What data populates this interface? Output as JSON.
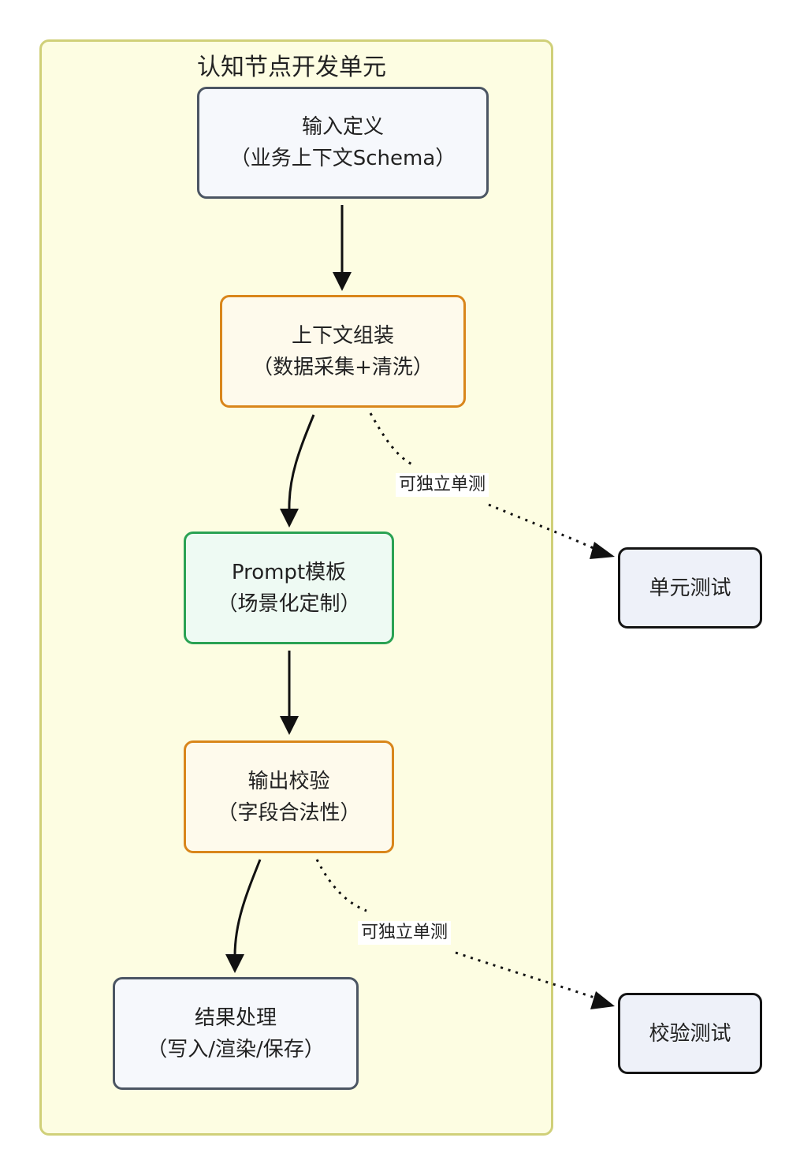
{
  "cluster": {
    "title": "认知节点开发单元"
  },
  "nodes": {
    "input_definition": {
      "title": "输入定义",
      "subtitle": "（业务上下文Schema）"
    },
    "context_assembly": {
      "title": "上下文组装",
      "subtitle": "（数据采集+清洗）"
    },
    "prompt_template": {
      "title": "Prompt模板",
      "subtitle": "（场景化定制）"
    },
    "output_validation": {
      "title": "输出校验",
      "subtitle": "（字段合法性）"
    },
    "result_handling": {
      "title": "结果处理",
      "subtitle": "（写入/渲染/保存）"
    },
    "unit_test": {
      "title": "单元测试"
    },
    "validation_test": {
      "title": "校验测试"
    }
  },
  "edge_labels": {
    "context_to_unit_test": "可独立单测",
    "validation_to_validation_test": "可独立单测"
  },
  "colors": {
    "cluster_fill": "#fdfde2",
    "cluster_border": "#d0d079",
    "gray_node_border": "#4b5563",
    "orange_node_border": "#d9861b",
    "green_node_border": "#2aa253",
    "test_node_border": "#141414",
    "arrow": "#111111"
  }
}
